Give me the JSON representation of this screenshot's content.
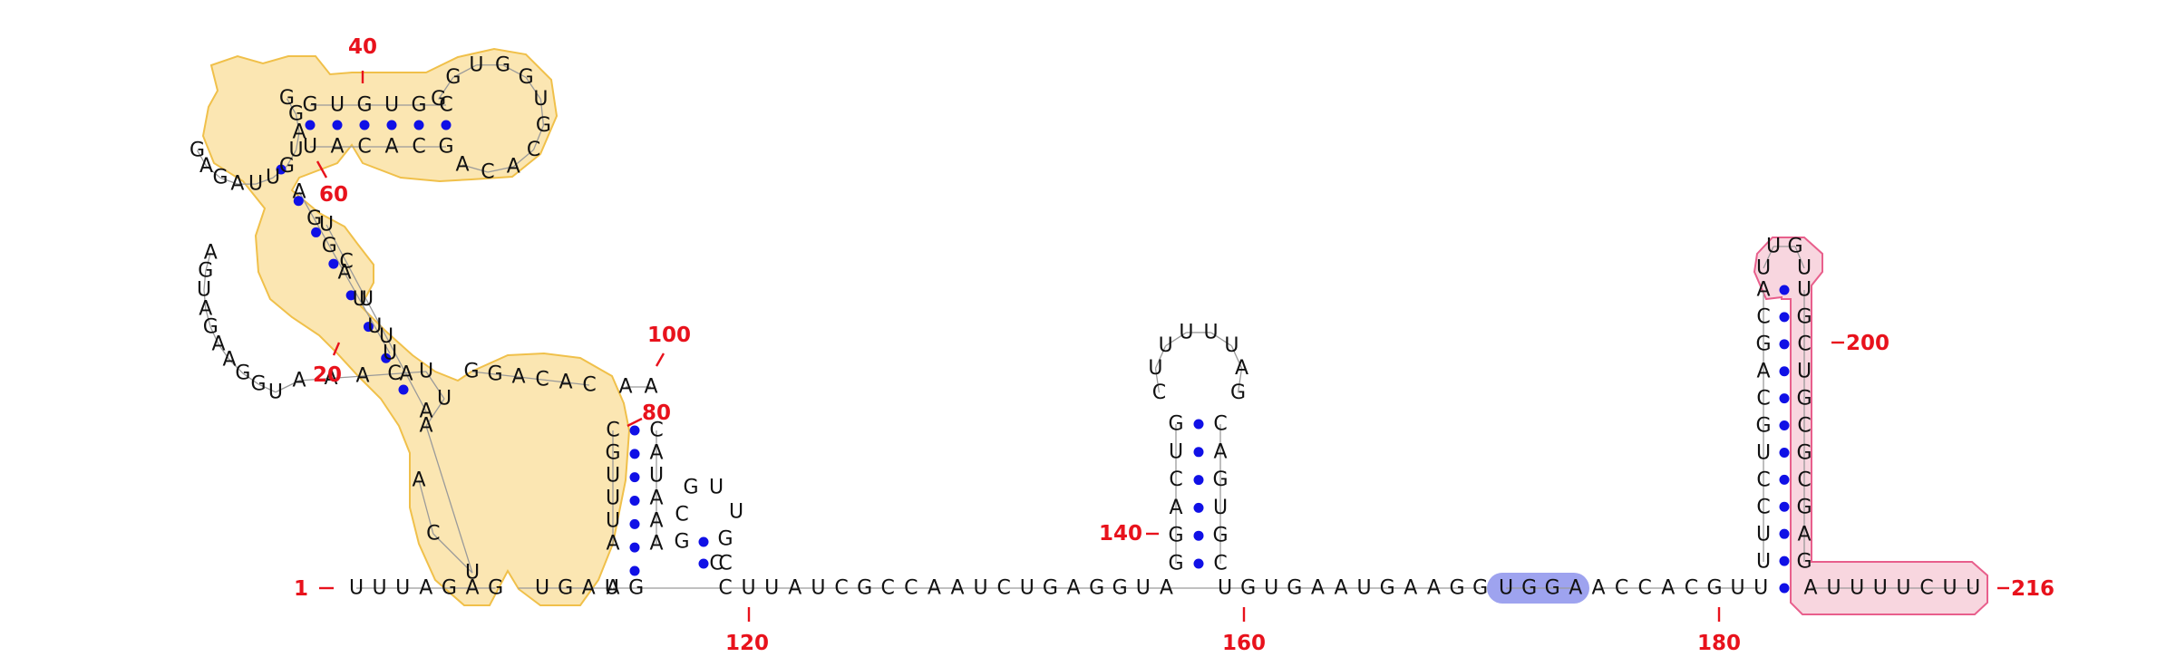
{
  "colors": {
    "nucleotide": "#111111",
    "pair_dot": "#1010e6",
    "index": "#e8121c",
    "region_yellow": "#fbe6b2",
    "region_pink": "#f8d6df",
    "region_blue": "#9ea3ef"
  },
  "indices": {
    "i1": "1",
    "i20": "20",
    "i40": "40",
    "i60": "60",
    "i80": "80",
    "i100": "100",
    "i120": "120",
    "i140": "140",
    "i160": "160",
    "i180": "180",
    "i200": "200",
    "i216": "216"
  },
  "sequence_positions": 216,
  "strands": {
    "baseline_a": "UUUAGAG",
    "baseline_b": "UGAU",
    "baseline_c": "AG",
    "baseline_d": "CUUAUCGCCAAUCUGAGGUA",
    "baseline_e": "UGUGAAUGAAGG",
    "highlight_blue": "UGGA",
    "baseline_f": "ACCACGUU",
    "tail": "AUUUUCUU",
    "up_left_arm": "ACUAUUCAAAUGGAAGAUGA",
    "top_left_loop": "GAGAUUGUAGG",
    "top_stem_upper": "GUGUGC",
    "top_stem_lower": "UACACG",
    "top_right_loop": "GGUGGUGCACA",
    "mid_stem_outer": "AGGAUUU",
    "mid_stem_inner": "UCUUAA",
    "mid_loop_right": "GGACAC",
    "hp_left_col": "CGUUUA",
    "hp_right_col": "CAUAAA",
    "hp_loop": "AA",
    "small_hp": "GCGUUGCC",
    "hp2_left": "GGACUG",
    "hp2_right": "CGUGAC",
    "hp2_loop": "CUUUUUAG",
    "hp3_left": "UUCCUGCAGCA",
    "hp3_right": "GAGCGCGUCGU",
    "hp3_loop": "UUGU"
  }
}
